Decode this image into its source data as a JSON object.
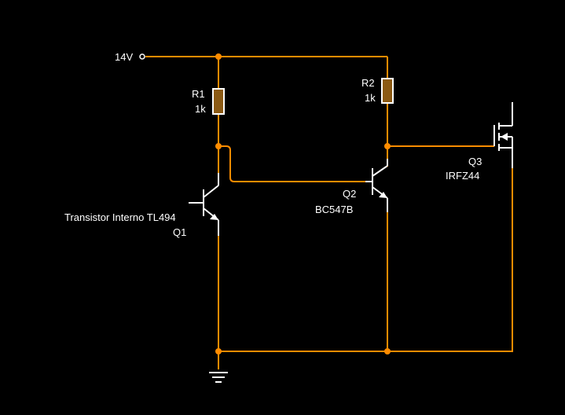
{
  "supply": {
    "label": "14V"
  },
  "r1": {
    "ref": "R1",
    "value": "1k"
  },
  "r2": {
    "ref": "R2",
    "value": "1k"
  },
  "q1": {
    "desc": "Transistor Interno TL494",
    "ref": "Q1"
  },
  "q2": {
    "ref": "Q2",
    "part": "BC547B"
  },
  "q3": {
    "ref": "Q3",
    "part": "IRFZ44"
  },
  "colors": {
    "background": "#000000",
    "wire": "#ff8c00",
    "component": "#ffffff",
    "resistor_fill": "#8b5a14",
    "text": "#ffffff"
  }
}
